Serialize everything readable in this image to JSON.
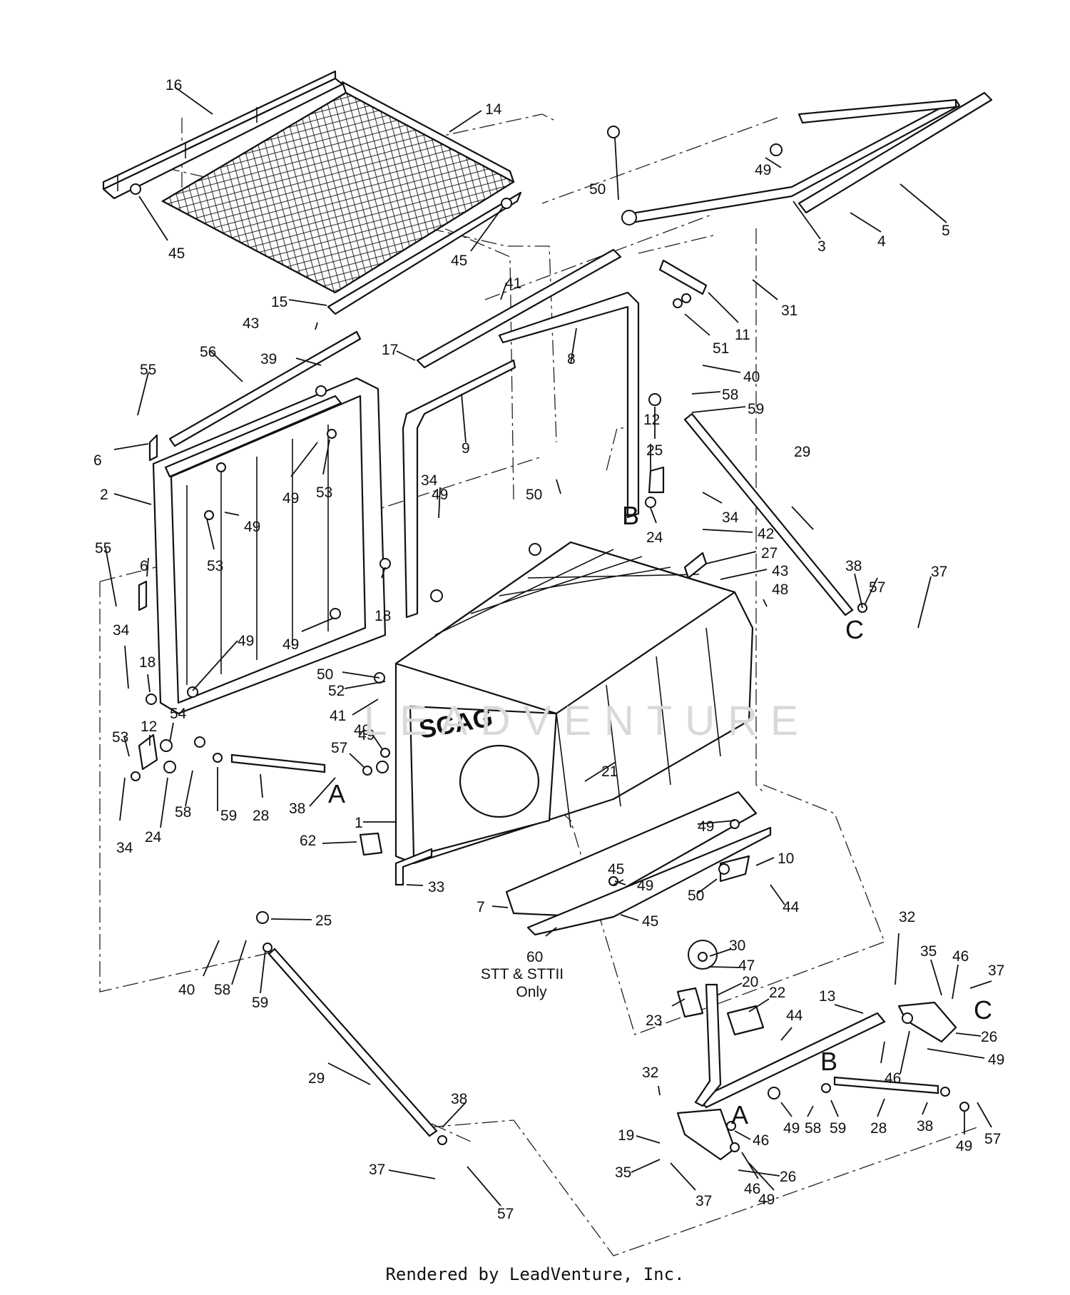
{
  "callouts": [
    {
      "text": "16"
    },
    {
      "text": "14"
    },
    {
      "text": "45"
    },
    {
      "text": "45"
    },
    {
      "text": "15"
    },
    {
      "text": "43"
    },
    {
      "text": "41"
    },
    {
      "text": "56"
    },
    {
      "text": "39"
    },
    {
      "text": "55"
    },
    {
      "text": "6"
    },
    {
      "text": "2"
    },
    {
      "text": "49"
    },
    {
      "text": "53"
    },
    {
      "text": "49"
    },
    {
      "text": "53"
    },
    {
      "text": "55"
    },
    {
      "text": "6"
    },
    {
      "text": "49"
    },
    {
      "text": "18"
    },
    {
      "text": "34"
    },
    {
      "text": "18"
    },
    {
      "text": "49"
    },
    {
      "text": "17"
    },
    {
      "text": "9"
    },
    {
      "text": "8"
    },
    {
      "text": "50"
    },
    {
      "text": "3"
    },
    {
      "text": "4"
    },
    {
      "text": "5"
    },
    {
      "text": "49"
    },
    {
      "text": "11"
    },
    {
      "text": "31"
    },
    {
      "text": "51"
    },
    {
      "text": "40"
    },
    {
      "text": "58"
    },
    {
      "text": "59"
    },
    {
      "text": "25"
    },
    {
      "text": "12"
    },
    {
      "text": "29"
    },
    {
      "text": "34"
    },
    {
      "text": "24"
    },
    {
      "text": "34"
    },
    {
      "text": "49"
    },
    {
      "text": "50"
    },
    {
      "text": "42"
    },
    {
      "text": "27"
    },
    {
      "text": "43"
    },
    {
      "text": "48"
    },
    {
      "text": "38"
    },
    {
      "text": "57"
    },
    {
      "text": "37"
    },
    {
      "text": "50"
    },
    {
      "text": "52"
    },
    {
      "text": "41"
    },
    {
      "text": "49"
    },
    {
      "text": "57"
    },
    {
      "text": "38"
    },
    {
      "text": "28"
    },
    {
      "text": "59"
    },
    {
      "text": "58"
    },
    {
      "text": "24"
    },
    {
      "text": "12"
    },
    {
      "text": "54"
    },
    {
      "text": "53"
    },
    {
      "text": "49"
    },
    {
      "text": "34"
    },
    {
      "text": "1"
    },
    {
      "text": "21"
    },
    {
      "text": "62"
    },
    {
      "text": "33"
    },
    {
      "text": "49"
    },
    {
      "text": "45"
    },
    {
      "text": "49"
    },
    {
      "text": "10"
    },
    {
      "text": "50"
    },
    {
      "text": "44"
    },
    {
      "text": "7"
    },
    {
      "text": "45"
    },
    {
      "text": "60"
    },
    {
      "text": "25"
    },
    {
      "text": "40"
    },
    {
      "text": "58"
    },
    {
      "text": "59"
    },
    {
      "text": "30"
    },
    {
      "text": "47"
    },
    {
      "text": "20"
    },
    {
      "text": "22"
    },
    {
      "text": "23"
    },
    {
      "text": "44"
    },
    {
      "text": "13"
    },
    {
      "text": "32"
    },
    {
      "text": "35"
    },
    {
      "text": "46"
    },
    {
      "text": "37"
    },
    {
      "text": "26"
    },
    {
      "text": "49"
    },
    {
      "text": "46"
    },
    {
      "text": "29"
    },
    {
      "text": "32"
    },
    {
      "text": "49"
    },
    {
      "text": "58"
    },
    {
      "text": "59"
    },
    {
      "text": "28"
    },
    {
      "text": "38"
    },
    {
      "text": "49"
    },
    {
      "text": "57"
    },
    {
      "text": "19"
    },
    {
      "text": "46"
    },
    {
      "text": "35"
    },
    {
      "text": "37"
    },
    {
      "text": "46"
    },
    {
      "text": "26"
    },
    {
      "text": "49"
    },
    {
      "text": "38"
    },
    {
      "text": "37"
    },
    {
      "text": "57"
    }
  ],
  "connection_markers": [
    {
      "text": "A"
    },
    {
      "text": "B"
    },
    {
      "text": "C"
    },
    {
      "text": "C"
    },
    {
      "text": "B"
    },
    {
      "text": "A"
    }
  ],
  "notes": {
    "line1": "STT & STTII",
    "line2": "Only"
  },
  "footer": "Rendered by LeadVenture, Inc.",
  "watermark": {
    "text": "LEADVENTURE",
    "color": "#d9d9d9"
  },
  "tank_brand": "SCAG"
}
